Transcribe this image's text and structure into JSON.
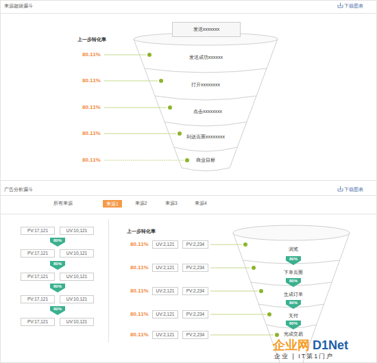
{
  "diagram": {
    "nodes": [
      {
        "text": [
          "发送xxxxxxx"
        ]
      },
      {
        "text": [
          "发送成功xxxxxx"
        ]
      },
      {
        "text": [
          "打开xxxxxxxx"
        ]
      },
      {
        "text": [
          "点击xxxxxxxx"
        ]
      },
      {
        "text": [
          "到达页面xxxxxxxx"
        ]
      },
      {
        "text": [
          "商业目标"
        ]
      },
      {
        "text": [
          "来源1"
        ]
      },
      {
        "text": [
          "PV:17,121"
        ]
      },
      {
        "text": [
          "UV:10,121"
        ]
      },
      {
        "text": [
          "80%"
        ]
      },
      {
        "text": [
          "PV:17,121"
        ]
      },
      {
        "text": [
          "UV:10,121"
        ]
      },
      {
        "text": [
          "80%"
        ]
      },
      {
        "text": [
          "PV:17,121"
        ]
      },
      {
        "text": [
          "UV:10,121"
        ]
      },
      {
        "text": [
          "80%"
        ]
      },
      {
        "text": [
          "PV:17,121"
        ]
      },
      {
        "text": [
          "UV:10,121"
        ]
      },
      {
        "text": [
          "80%"
        ]
      },
      {
        "text": [
          "PV:17,121"
        ]
      },
      {
        "text": [
          "UV:10,121"
        ]
      },
      {
        "text": [
          "UV:2,121"
        ]
      },
      {
        "text": [
          "PV:2,234"
        ]
      },
      {
        "text": [
          "UV:2,121"
        ]
      },
      {
        "text": [
          "PV:2,234"
        ]
      },
      {
        "text": [
          "UV:2,121"
        ]
      },
      {
        "text": [
          "PV:2,234"
        ]
      },
      {
        "text": [
          "UV:2,121"
        ]
      },
      {
        "text": [
          "PV:2,234"
        ]
      },
      {
        "text": [
          "UV:2,121"
        ]
      },
      {
        "text": [
          "PV:2,234"
        ]
      },
      {
        "text": [
          "浏览"
        ]
      },
      {
        "text": [
          "80%"
        ]
      },
      {
        "text": [
          "下单页面"
        ]
      },
      {
        "text": [
          "80%"
        ]
      },
      {
        "text": [
          "生成订单"
        ]
      },
      {
        "text": [
          "80%"
        ]
      },
      {
        "text": [
          "支付"
        ]
      },
      {
        "text": [
          "80%"
        ]
      },
      {
        "text": [
          "完成交易"
        ]
      }
    ],
    "labels": [
      "来源超级漏斗",
      "下载图表",
      "上一步转化率",
      "80.11%",
      "80.11%",
      "80.11%",
      "80.11%",
      "80.11%",
      "广告分析漏斗",
      "下载图表",
      "所有来源",
      "来源2",
      "来源3",
      "来源4",
      "上一步转化率",
      "80.11%",
      "80.11%",
      "80.11%",
      "80.11%",
      "80.11%",
      "企业网",
      "D1Net",
      "企业 | IT第1门户"
    ]
  }
}
